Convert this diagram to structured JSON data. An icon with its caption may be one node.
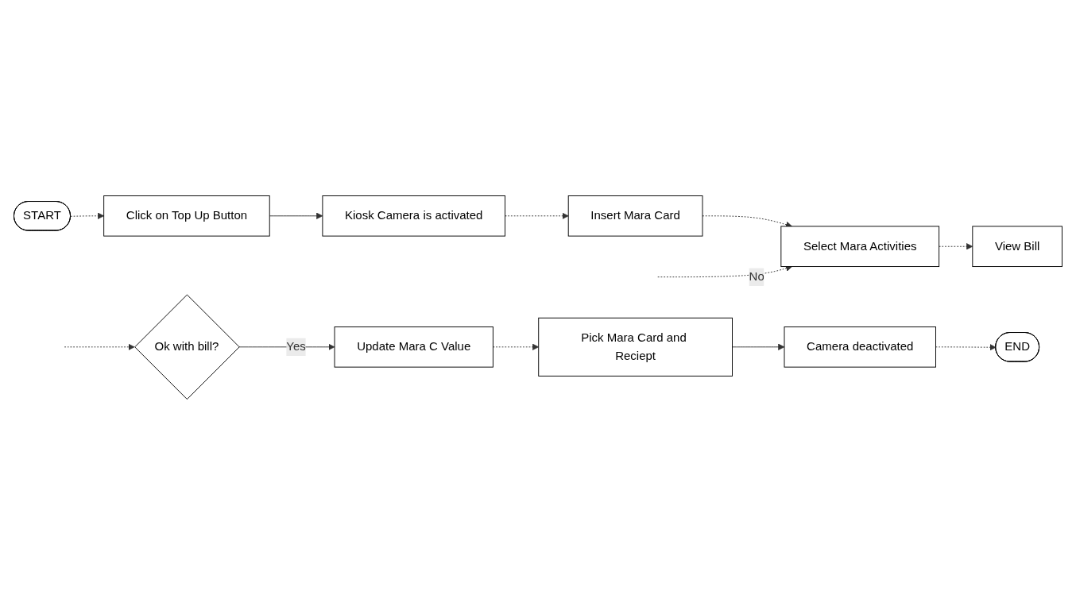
{
  "diagram": {
    "nodes": [
      {
        "text": [
          "START"
        ]
      },
      {
        "text": [
          "Click on Top Up Button"
        ]
      },
      {
        "text": [
          "Kiosk Camera is activated"
        ]
      },
      {
        "text": [
          "Insert Mara Card"
        ]
      },
      {
        "text": [
          "Select Mara Activities"
        ]
      },
      {
        "text": [
          "View Bill"
        ]
      },
      {
        "text": [
          "Ok with bill?"
        ]
      },
      {
        "text": [
          "Update Mara C Value"
        ]
      },
      {
        "text": [
          "Pick Mara Card and Reciept"
        ]
      },
      {
        "text": [
          "Camera deactivated"
        ]
      },
      {
        "text": [
          "END"
        ]
      }
    ],
    "edges": [
      {
        "from": 0,
        "to": 1,
        "arrow": "to",
        "style": "dashed"
      },
      {
        "from": 1,
        "to": 2,
        "arrow": "to"
      },
      {
        "from": 2,
        "to": 3,
        "arrow": "to",
        "style": "dashed"
      },
      {
        "from": 3,
        "to": 4,
        "arrow": "to",
        "style": "dashed"
      },
      {
        "from": 4,
        "to": 5,
        "arrow": "to",
        "style": "dashed"
      },
      {
        "from": null,
        "to": 6,
        "arrow": "to",
        "style": "dashed"
      },
      {
        "from": null,
        "to": 4,
        "arrow": "to",
        "label": "No",
        "style": "dashed"
      },
      {
        "from": 6,
        "to": 7,
        "arrow": "to",
        "label": "Yes"
      },
      {
        "from": 7,
        "to": 8,
        "arrow": "to",
        "style": "dashed"
      },
      {
        "from": 8,
        "to": 9,
        "arrow": "to"
      },
      {
        "from": 9,
        "to": 10,
        "arrow": "to",
        "style": "dashed"
      }
    ]
  }
}
